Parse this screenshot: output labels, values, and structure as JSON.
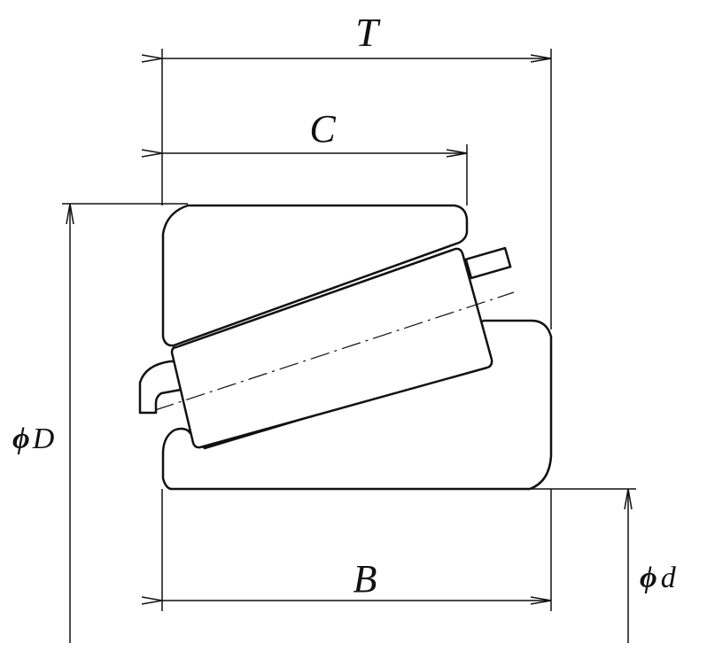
{
  "labels": {
    "T": "T",
    "C": "C",
    "B": "B",
    "phiD_symbol": "ϕ",
    "phiD_letter": "D",
    "phid_symbol": "ϕ",
    "phid_letter": "d"
  }
}
